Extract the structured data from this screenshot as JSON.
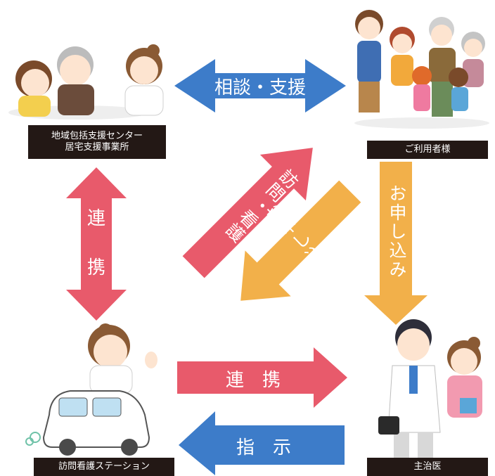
{
  "nodes": {
    "care_center": {
      "line1": "地域包括支援センター",
      "line2": "居宅支援事業所"
    },
    "users": {
      "label": "ご利用者様"
    },
    "nursing_station": {
      "label": "訪問看護ステーション"
    },
    "doctor": {
      "label": "主治医"
    }
  },
  "arrows": {
    "consult_support": "相談・支援",
    "renkei_vertical_1": "連",
    "renkei_vertical_2": "携",
    "visit_nursing": "訪問・看護",
    "apply_diag": "お申し込み",
    "apply_vertical": "お申し込み",
    "renkei_horizontal": "連　携",
    "instruction": "指　示"
  },
  "colors": {
    "blue": "#3d7cc9",
    "red": "#e85a6b",
    "orange": "#f2b04a",
    "label_bg": "#231815"
  }
}
